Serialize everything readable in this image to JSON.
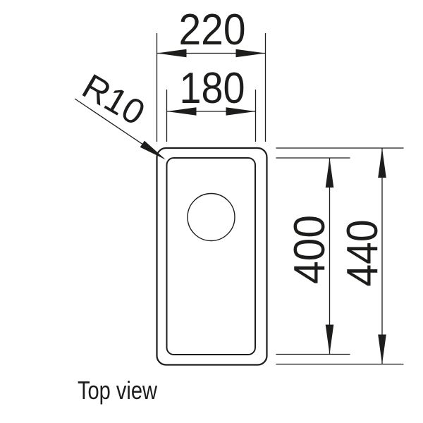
{
  "diagram": {
    "caption": "Top view",
    "dimensions": {
      "outer_width": "220",
      "inner_width": "180",
      "corner_radius": "R10",
      "inner_length": "400",
      "outer_length": "440"
    },
    "colors": {
      "ink": "#1d1d1b",
      "background": "#ffffff"
    }
  }
}
